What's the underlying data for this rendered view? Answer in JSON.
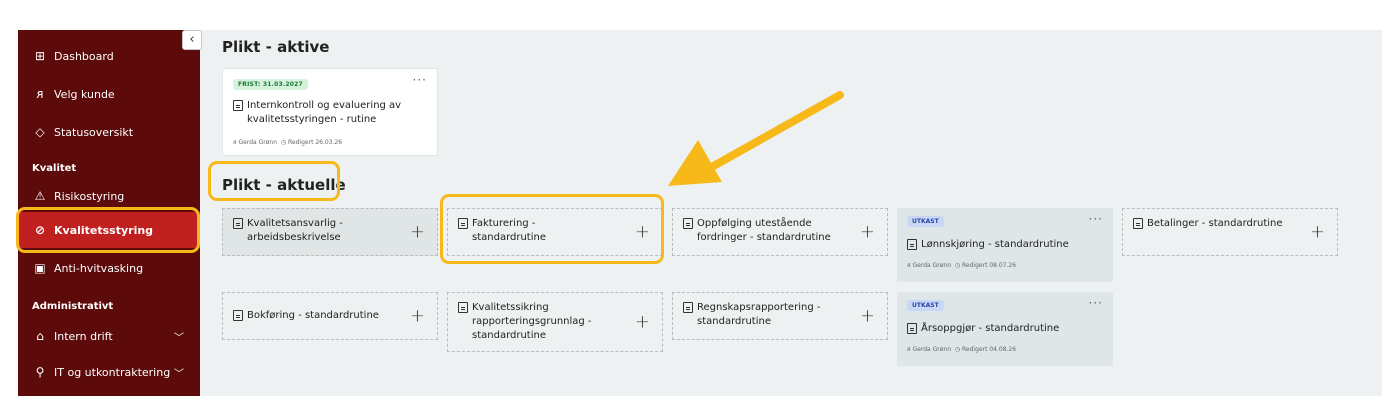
{
  "sidebar": {
    "collapse_label": "‹",
    "items": [
      {
        "label": "Dashboard",
        "icon": "grid-icon"
      },
      {
        "label": "Velg kunde",
        "icon": "user-list-icon"
      },
      {
        "label": "Statusoversikt",
        "icon": "layers-icon"
      }
    ],
    "section_kvalitet": "Kvalitet",
    "kvalitet_items": [
      {
        "label": "Risikostyring",
        "icon": "warning-icon"
      },
      {
        "label": "Kvalitetsstyring",
        "icon": "check-circle-icon"
      },
      {
        "label": "Anti-hvitvasking",
        "icon": "cash-icon"
      }
    ],
    "section_admin": "Administrativt",
    "admin_items": [
      {
        "label": "Intern drift",
        "icon": "building-icon"
      },
      {
        "label": "IT og utkontraktering",
        "icon": "network-icon"
      }
    ]
  },
  "active": {
    "heading": "Plikt - aktive",
    "card": {
      "badge": "FRIST: 31.03.2027",
      "menu": "···",
      "title": "Internkontroll og evaluering av kvalitetsstyringen - rutine",
      "author": "Gerda Grønn",
      "edited": "Redigert 26.03.26"
    }
  },
  "current": {
    "heading": "Plikt - aktuelle",
    "row1": [
      {
        "title": "Kvalitetsansvarlig - arbeidsbeskrivelse",
        "plus": "+"
      },
      {
        "title": "Fakturering - standardrutine",
        "plus": "+"
      },
      {
        "title": "Oppfølging utestående fordringer - standardrutine",
        "plus": "+"
      },
      {
        "badge": "UTKAST",
        "menu": "···",
        "title": "Lønnskjøring - standardrutine",
        "author": "Gerda Grønn",
        "edited": "Redigert 08.07.26"
      },
      {
        "title": "Betalinger - standardrutine",
        "plus": "+"
      }
    ],
    "row2": [
      {
        "title": "Bokføring - standardrutine",
        "plus": "+"
      },
      {
        "title": "Kvalitetssikring rapporteringsgrunnlag - standardrutine",
        "plus": "+"
      },
      {
        "title": "Regnskapsrapportering - standardrutine",
        "plus": "+"
      },
      {
        "badge": "UTKAST",
        "menu": "···",
        "title": "Årsoppgjør - standardrutine",
        "author": "Gerda Grønn",
        "edited": "Redigert 04.08.26"
      }
    ]
  },
  "colors": {
    "sidebar": "#5c0a0a",
    "active_item": "#c0201f",
    "highlight": "#f6b919",
    "main_bg": "#edf1f1"
  }
}
